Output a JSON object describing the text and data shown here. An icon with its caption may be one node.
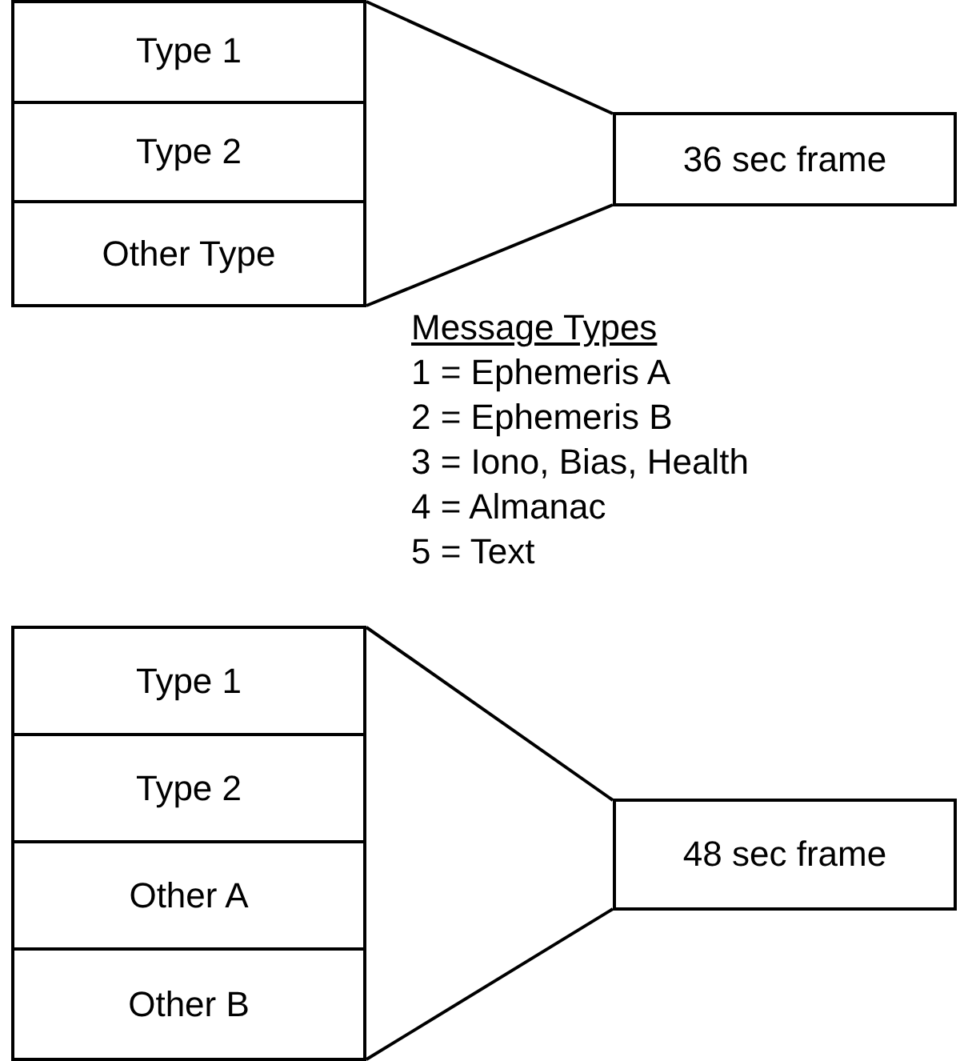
{
  "diagram": {
    "nodes": [
      {
        "text": [],
        "shape": "box"
      },
      {
        "text": [
          "Type 1"
        ],
        "in": 0
      },
      {
        "text": [
          "Type 2"
        ],
        "in": 0
      },
      {
        "text": [
          "Other Type"
        ],
        "in": 0
      },
      {
        "text": [
          "36 sec frame"
        ]
      },
      {
        "text": [],
        "shape": "box"
      },
      {
        "text": [
          "Type 1"
        ],
        "in": 5
      },
      {
        "text": [
          "Type 2"
        ],
        "in": 5
      },
      {
        "text": [
          "Other A"
        ],
        "in": 5
      },
      {
        "text": [
          "Other B"
        ],
        "in": 5
      },
      {
        "text": [
          "48 sec frame"
        ]
      }
    ],
    "edges": [
      {
        "from": 0,
        "to": 4,
        "arrow": "none"
      },
      {
        "from": 0,
        "to": 4,
        "arrow": "none"
      },
      {
        "from": 5,
        "to": 10,
        "arrow": "none"
      },
      {
        "from": 5,
        "to": 10,
        "arrow": "none"
      }
    ],
    "labels": [
      "Message Types",
      "1 = Ephemeris A",
      "2 = Ephemeris B",
      "3 = Iono, Bias, Health",
      "4 = Almanac",
      "5 = Text"
    ]
  }
}
